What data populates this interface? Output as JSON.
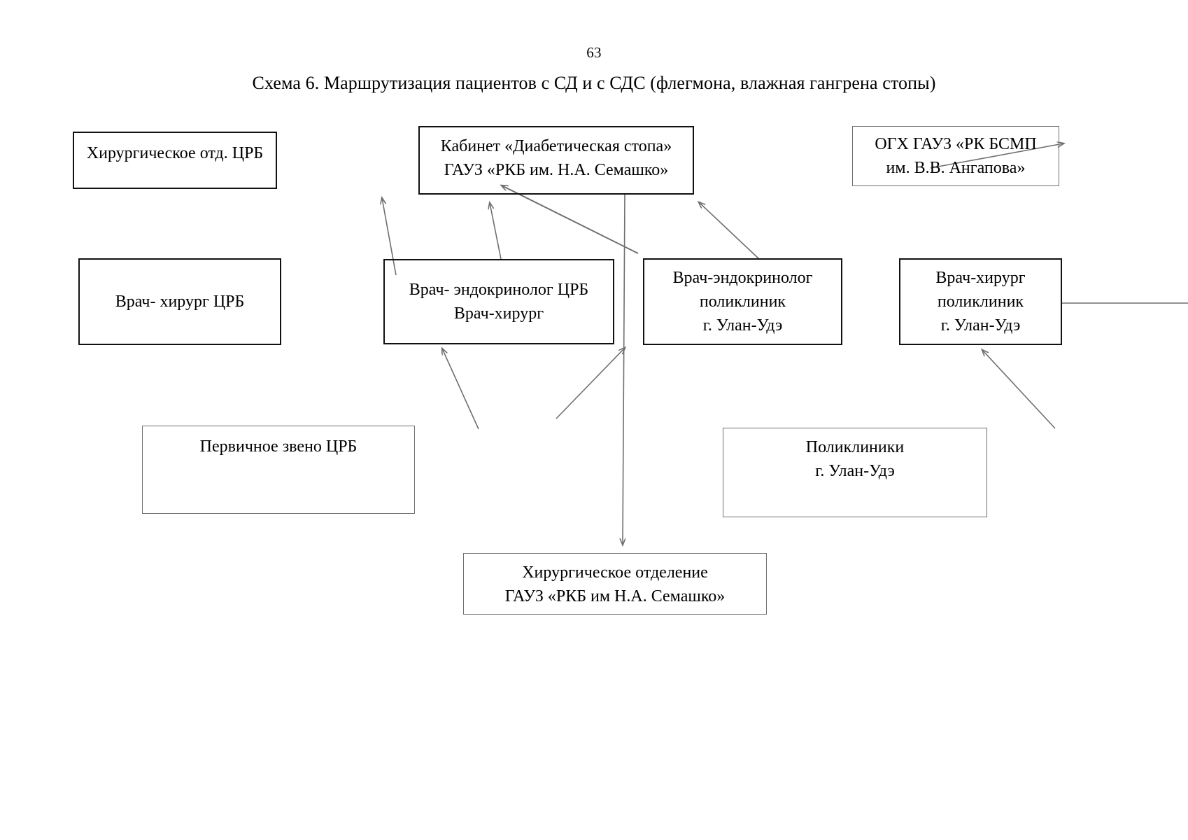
{
  "page": {
    "number": "63",
    "title": "Схема 6. Маршрутизация пациентов с СД и с СДС (флегмона, влажная гангрена стопы)"
  },
  "diagram": {
    "type": "flowchart",
    "nodes": [
      {
        "id": "surgical-dept-crb",
        "lines": [
          "Хирургическое отд. ЦРБ"
        ],
        "valign": "top"
      },
      {
        "id": "diabetic-foot-office",
        "lines": [
          "Кабинет «Диабетическая стопа»",
          "ГАУЗ «РКБ им. Н.А. Семашко»"
        ],
        "valign": "top"
      },
      {
        "id": "ogh-gauz-rk-bsmp",
        "lines": [
          "ОГХ ГАУЗ «РК БСМП",
          "им. В.В. Ангапова»"
        ],
        "valign": "top"
      },
      {
        "id": "surgeon-crb",
        "lines": [
          "Врач- хирург ЦРБ"
        ],
        "valign": "center"
      },
      {
        "id": "endocrinologist-crb",
        "lines": [
          "Врач- эндокринолог ЦРБ",
          "Врач-хирург"
        ],
        "valign": "center"
      },
      {
        "id": "endocrinologist-polyclinics",
        "lines": [
          "Врач-эндокринолог",
          "поликлиник",
          "г. Улан-Удэ"
        ],
        "valign": "center"
      },
      {
        "id": "surgeon-polyclinics",
        "lines": [
          "Врач-хирург",
          "поликлиник",
          "г. Улан-Удэ"
        ],
        "valign": "center"
      },
      {
        "id": "primary-care-crb",
        "lines": [
          "Первичное звено ЦРБ"
        ],
        "valign": "top"
      },
      {
        "id": "polyclinics-ulan-ude",
        "lines": [
          "Поликлиники",
          "г. Улан-Удэ"
        ],
        "valign": "top"
      },
      {
        "id": "surgical-dept-rkb",
        "lines": [
          "Хирургическое отделение",
          "ГАУЗ «РКБ им Н.А. Семашко»"
        ],
        "valign": "top"
      }
    ],
    "edges": [
      {
        "from": "endocrinologist-crb",
        "to": "diabetic-foot-office",
        "style": "arrow"
      },
      {
        "from": "endocrinologist-crb",
        "to": "diabetic-foot-office",
        "style": "arrow"
      },
      {
        "from": "surgeon-polyclinics",
        "to": "diabetic-foot-office",
        "style": "arrow"
      },
      {
        "from": "endocrinologist-polyclinics",
        "to": "diabetic-foot-office",
        "style": "arrow"
      },
      {
        "from": "diabetic-foot-office",
        "to": "surgical-dept-rkb",
        "style": "arrow"
      },
      {
        "from": "primary-care-crb",
        "to": "endocrinologist-crb",
        "style": "arrow"
      },
      {
        "from": "polyclinics-ulan-ude",
        "to": "surgeon-polyclinics",
        "style": "arrow"
      },
      {
        "from": "surgical-dept-rkb",
        "to": "endocrinologist-crb",
        "style": "arrow"
      },
      {
        "from": "ogh-gauz-rk-bsmp",
        "to": "right-edge",
        "style": "line"
      },
      {
        "from": "surgeon-polyclinics",
        "to": "right-edge",
        "style": "line"
      }
    ],
    "colors": {
      "line": "#6f6f6f",
      "box_dark": "#111111",
      "text": "#000000",
      "background": "#ffffff"
    }
  }
}
